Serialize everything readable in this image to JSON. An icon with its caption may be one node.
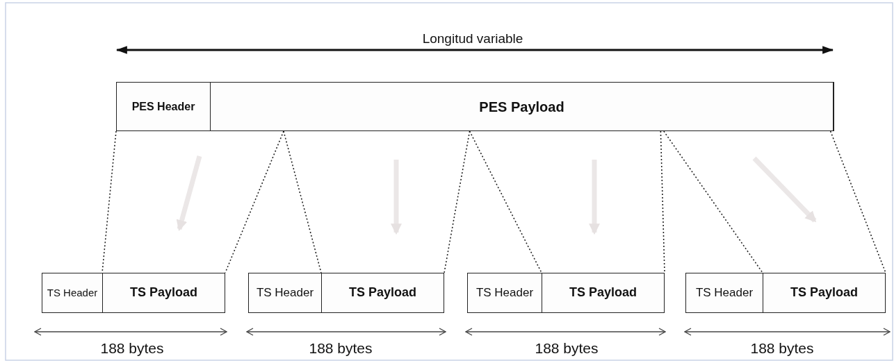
{
  "diagram": {
    "nodes": [
      {
        "text": [
          "PES Header"
        ]
      },
      {
        "text": [
          "PES Payload"
        ]
      },
      {
        "text": [
          "TS Header"
        ]
      },
      {
        "text": [
          "TS Payload"
        ]
      },
      {
        "text": [
          "TS Header"
        ]
      },
      {
        "text": [
          "TS Payload"
        ]
      },
      {
        "text": [
          "TS Header"
        ]
      },
      {
        "text": [
          "TS Payload"
        ]
      },
      {
        "text": [
          "TS Header"
        ]
      },
      {
        "text": [
          "TS Payload"
        ]
      }
    ],
    "edges": [
      {
        "from": 0,
        "to": 3,
        "arrow": "none",
        "style": "dashed"
      },
      {
        "from": 1,
        "to": 3,
        "arrow": "none",
        "style": "dashed"
      },
      {
        "from": 1,
        "to": 5,
        "arrow": "none",
        "style": "dashed"
      },
      {
        "from": 1,
        "to": 5,
        "arrow": "none",
        "style": "dashed"
      },
      {
        "from": 1,
        "to": 7,
        "arrow": "none",
        "style": "dashed"
      },
      {
        "from": 1,
        "to": 7,
        "arrow": "none",
        "style": "dashed"
      },
      {
        "from": 1,
        "to": 9,
        "arrow": "none",
        "style": "dashed"
      },
      {
        "from": 1,
        "to": 9,
        "arrow": "none",
        "style": "dashed"
      }
    ],
    "labels": [
      "Longitud variable",
      "188 bytes",
      "188 bytes",
      "188 bytes",
      "188 bytes"
    ]
  }
}
